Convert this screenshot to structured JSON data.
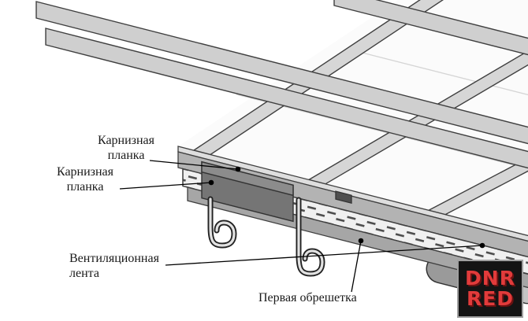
{
  "labels": {
    "eaves_plank_upper": "Карнизная\nпланка",
    "eaves_plank_lower": "Карнизная\nпланка",
    "vent_tape": "Вентиляционная\nлента",
    "first_batten": "Первая обрешетка"
  },
  "watermark": {
    "line1": "DNR",
    "line2": "RED",
    "text_color": "#e23b3b",
    "bg_color": "#141414"
  },
  "colors": {
    "membrane": "#fbfbfb",
    "counter_batten": "#d6d6d6",
    "batten": "#cfcfcf",
    "plank_top": "#dedede",
    "plank_front": "#b3b3b3",
    "tape_bg": "#f0f0f0",
    "batten_band": "#a6a6a6",
    "patch": "#757575",
    "patch_highlight": "#8c8c8c",
    "roll": "#9a9a9a"
  }
}
